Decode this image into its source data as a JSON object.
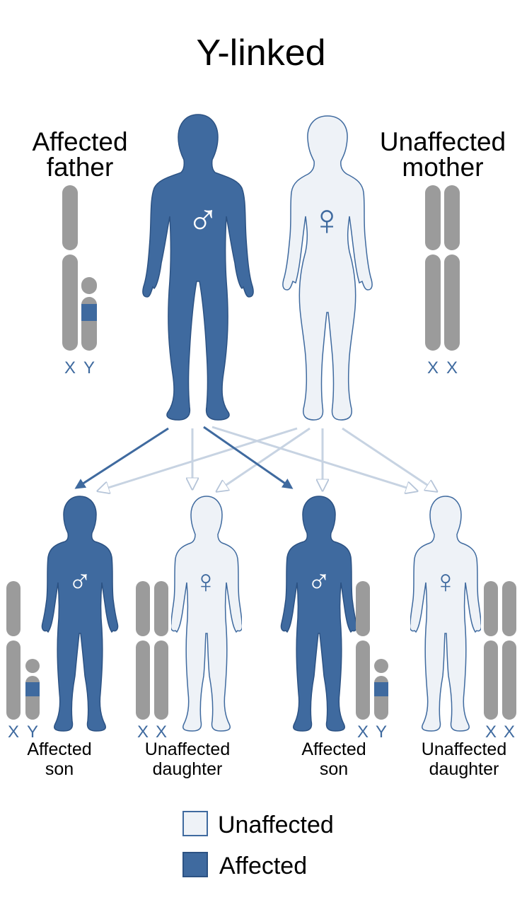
{
  "title": "Y-linked",
  "colors": {
    "affected_fill": "#3f6a9f",
    "affected_stroke": "#2c5283",
    "unaffected_fill": "#eef2f7",
    "unaffected_stroke": "#3f6a9f",
    "chromosome": "#9b9b9b",
    "arrow_affected": "#3f6a9f",
    "arrow_unaffected": "#c7d3e2"
  },
  "parents": [
    {
      "label_line1": "Affected",
      "label_line2": "father",
      "chromosomes": [
        "X",
        "Y"
      ],
      "symbol": "♂",
      "status": "affected"
    },
    {
      "label_line1": "Unaffected",
      "label_line2": "mother",
      "chromosomes": [
        "X",
        "X"
      ],
      "symbol": "♀",
      "status": "unaffected"
    }
  ],
  "children": [
    {
      "label_line1": "Affected",
      "label_line2": "son",
      "chromosomes": [
        "X",
        "Y"
      ],
      "symbol": "♂",
      "status": "affected"
    },
    {
      "label_line1": "Unaffected",
      "label_line2": "daughter",
      "chromosomes": [
        "X",
        "X"
      ],
      "symbol": "♀",
      "status": "unaffected"
    },
    {
      "label_line1": "Affected",
      "label_line2": "son",
      "chromosomes": [
        "X",
        "Y"
      ],
      "symbol": "♂",
      "status": "affected"
    },
    {
      "label_line1": "Unaffected",
      "label_line2": "daughter",
      "chromosomes": [
        "X",
        "X"
      ],
      "symbol": "♀",
      "status": "unaffected"
    }
  ],
  "legend": [
    {
      "label": "Unaffected",
      "status": "unaffected"
    },
    {
      "label": "Affected",
      "status": "affected"
    }
  ]
}
